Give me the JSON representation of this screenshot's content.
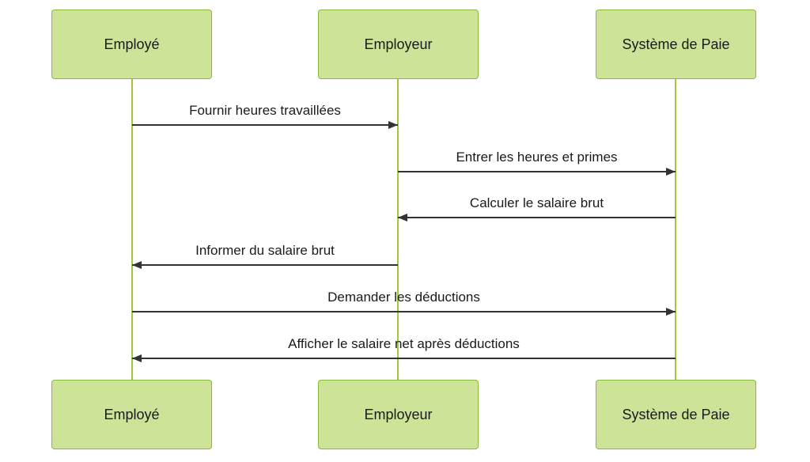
{
  "diagram": {
    "type": "sequence",
    "colors": {
      "actor_fill": "#cde498",
      "actor_border": "#87b93b",
      "lifeline_color": "#a2c83e",
      "signal_color": "#333333"
    },
    "actors": [
      {
        "id": "employe",
        "label": "Employé"
      },
      {
        "id": "employeur",
        "label": "Employeur"
      },
      {
        "id": "systeme-de-paie",
        "label": "Système de Paie"
      }
    ],
    "messages": [
      {
        "label": "Fournir heures travaillées",
        "from": "employe",
        "to": "employeur",
        "direction": "right"
      },
      {
        "label": "Entrer les heures et primes",
        "from": "employeur",
        "to": "systeme-de-paie",
        "direction": "right"
      },
      {
        "label": "Calculer le salaire brut",
        "from": "systeme-de-paie",
        "to": "employeur",
        "direction": "left"
      },
      {
        "label": "Informer du salaire brut",
        "from": "employeur",
        "to": "employe",
        "direction": "left"
      },
      {
        "label": "Demander les déductions",
        "from": "employe",
        "to": "systeme-de-paie",
        "direction": "right"
      },
      {
        "label": "Afficher le salaire net après déductions",
        "from": "systeme-de-paie",
        "to": "employe",
        "direction": "left"
      }
    ]
  }
}
